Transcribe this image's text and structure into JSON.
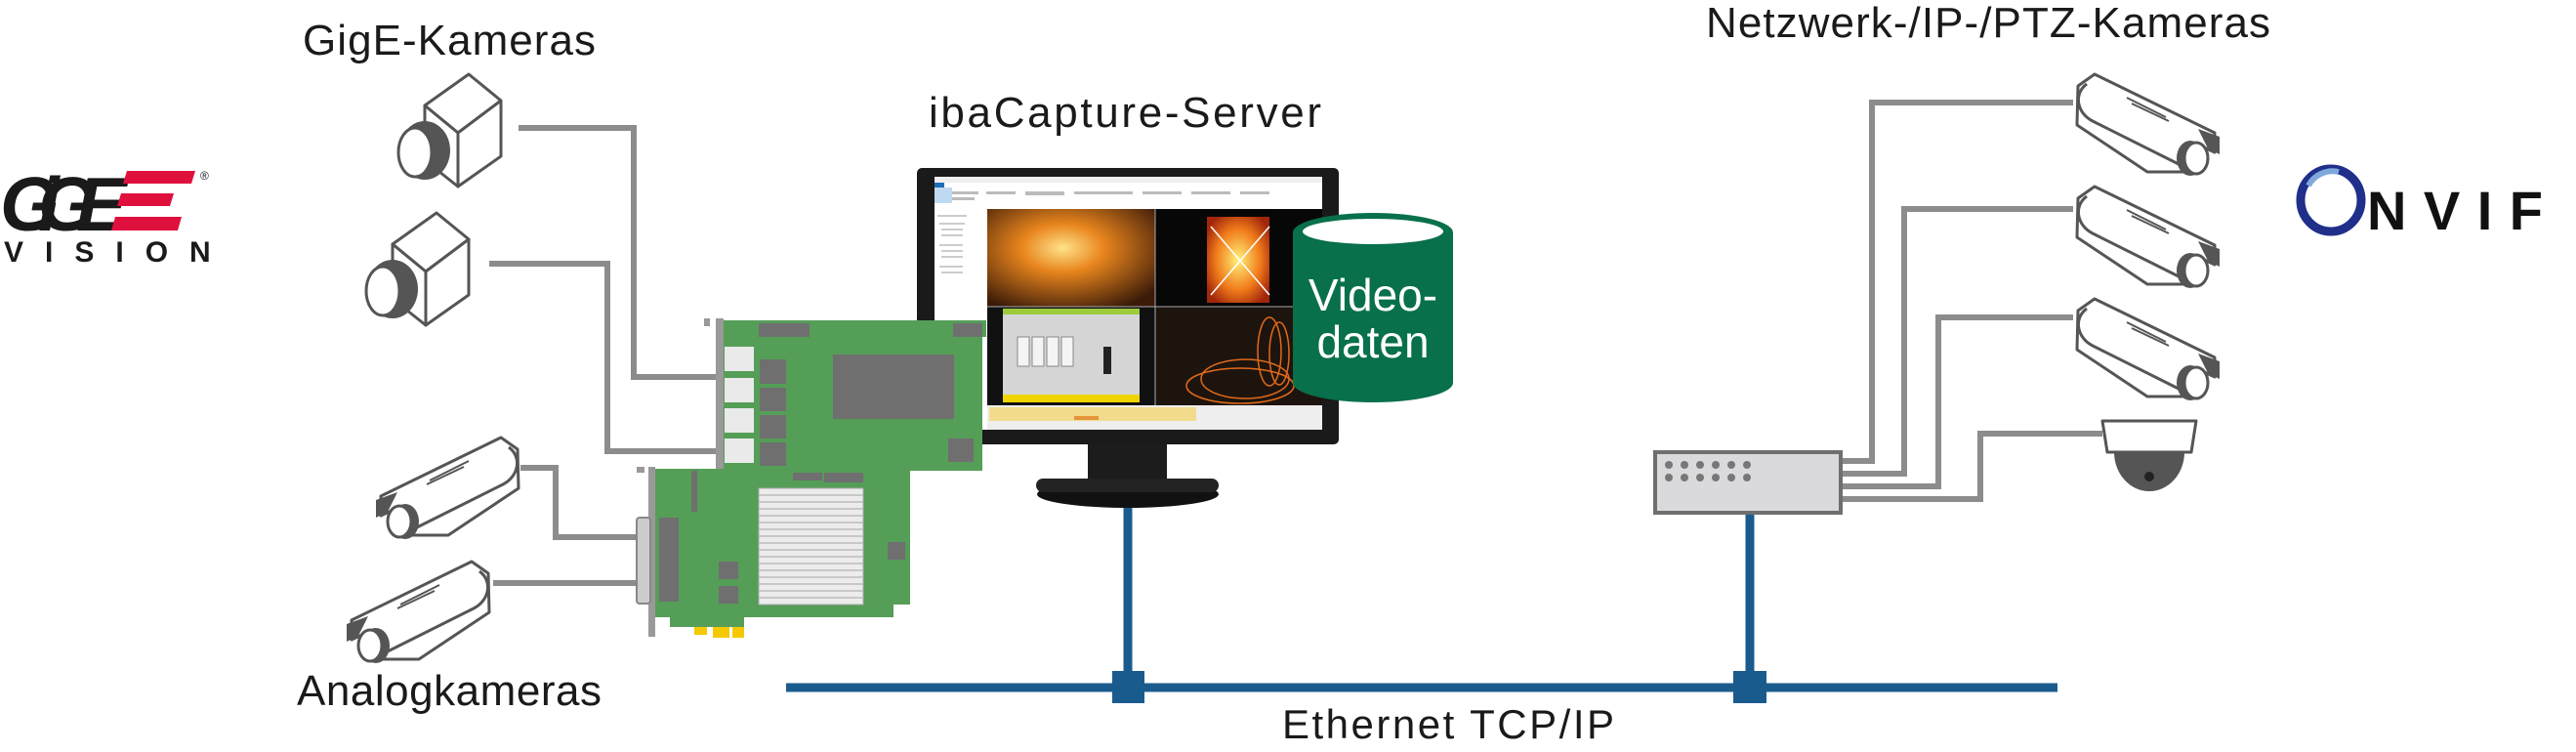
{
  "labels": {
    "gige_cameras": "GigE-Kameras",
    "analog_cameras": "Analogkameras",
    "server": "ibaCapture-Server",
    "network_cameras": "Netzwerk-/IP-/PTZ-Kameras",
    "ethernet": "Ethernet TCP/IP"
  },
  "database": {
    "line1": "Video-",
    "line2": "daten"
  },
  "logos": {
    "gige_vision": {
      "word1": "GiGE",
      "word2": "VISION",
      "registered": "®"
    },
    "onvif": {
      "text": "NVIF"
    }
  },
  "colors": {
    "network_line": "#1a5b8e",
    "cable": "#8c8c8c",
    "board_green": "#559e57",
    "database_green": "#08704a",
    "gige_red": "#e0103d"
  }
}
